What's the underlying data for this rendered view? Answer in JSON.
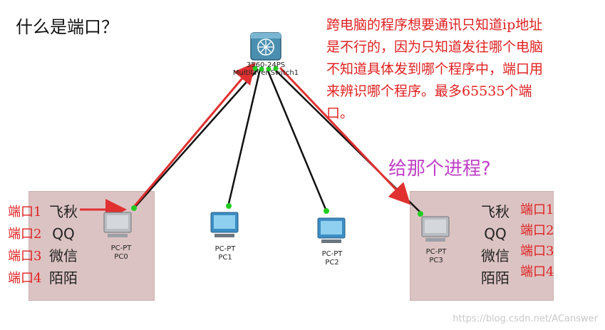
{
  "title": "什么是端口？",
  "note_lines": [
    "跨电脑的程序想要通讯只知道ip地址",
    "是不行的，因为只知道发往哪个电脑",
    "不知道具体发到哪个程序中，端口用",
    "来辨识哪个程序。最多65535个端",
    "口。"
  ],
  "question": "给那个进程?",
  "switch": {
    "model": "3560-24PS",
    "name": "Multilayer Switch1"
  },
  "pcs": [
    {
      "type": "PC-PT",
      "name": "PC0"
    },
    {
      "type": "PC-PT",
      "name": "PC1"
    },
    {
      "type": "PC-PT",
      "name": "PC2"
    },
    {
      "type": "PC-PT",
      "name": "PC3"
    }
  ],
  "apps": [
    "飞秋",
    "QQ",
    "微信",
    "陌陌"
  ],
  "ports": [
    "端口1",
    "端口2",
    "端口3",
    "端口4"
  ],
  "watermark": "https://blog.csdn.net/ACanswer",
  "colors": {
    "annotation": "#e02020",
    "question": "#c040c8",
    "box": "#dcc3c3",
    "link_ok": "#22cc22"
  }
}
